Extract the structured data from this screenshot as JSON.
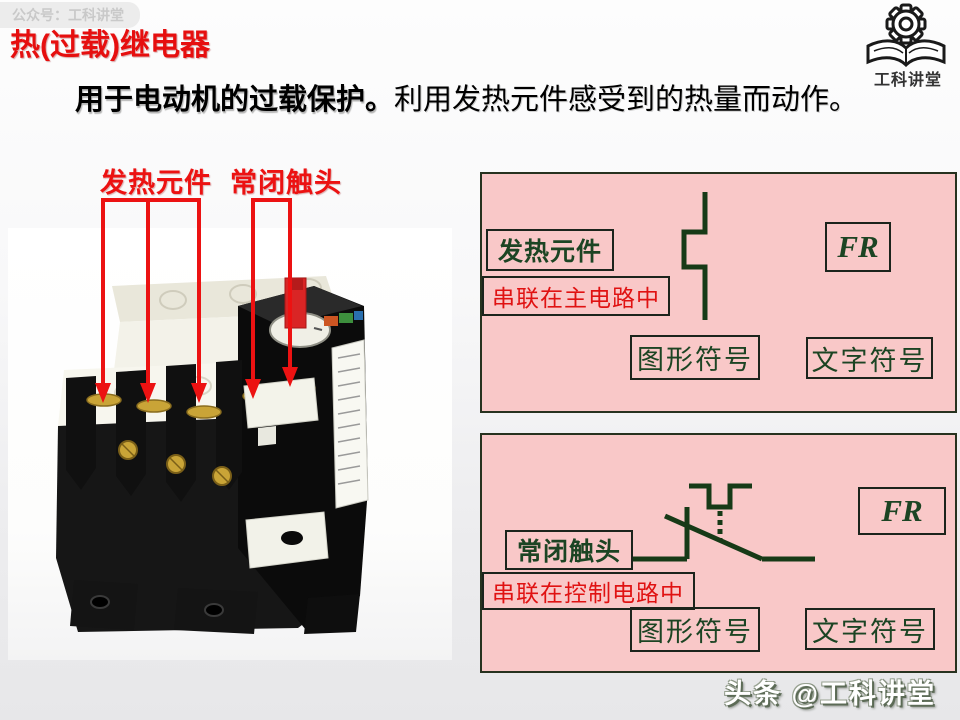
{
  "watermark": {
    "text": "公众号：工科讲堂"
  },
  "header": {
    "title": "热(过载)继电器",
    "subtitle_emphasis": "用于电动机的过载保护。",
    "subtitle_rest": "利用发热元件感受到的热量而动作。"
  },
  "logo": {
    "caption": "工科讲堂",
    "icon": "gear-book-icon"
  },
  "photo": {
    "description": "thermal overload relay product photo",
    "callouts": [
      {
        "label": "发热元件",
        "arrow_count": 3
      },
      {
        "label": "常闭触头",
        "arrow_count": 2
      }
    ]
  },
  "panels": [
    {
      "title": "发热元件",
      "usage": "串联在主电路中",
      "graphic_caption": "图形符号",
      "text_caption": "文字符号",
      "text_symbol": "FR",
      "symbol": "heater-element-symbol"
    },
    {
      "title": "常闭触头",
      "usage": "串联在控制电路中",
      "graphic_caption": "图形符号",
      "text_caption": "文字符号",
      "text_symbol": "FR",
      "symbol": "nc-contact-symbol"
    }
  ],
  "footer": {
    "text": "头条 @工科讲堂"
  },
  "colors": {
    "panel_bg": "#F9C8C8",
    "panel_border": "#27321F",
    "symbol_green": "#1C4423",
    "usage_red": "#E01212",
    "title_red": "#E60F0F",
    "arrow_red": "#EC1212"
  }
}
